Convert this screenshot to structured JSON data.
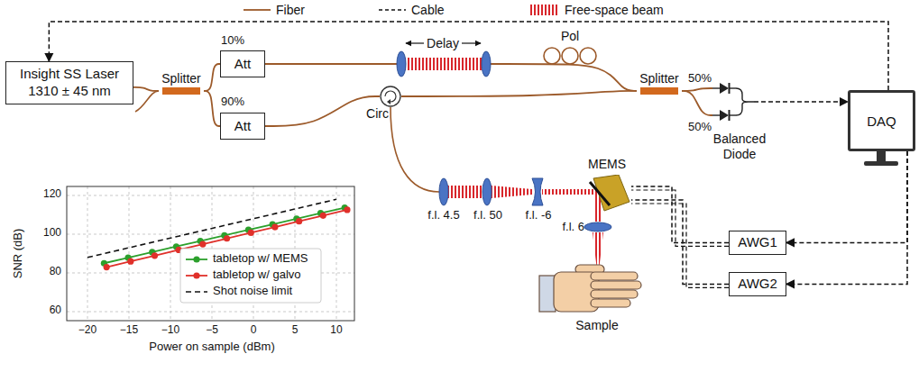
{
  "diagram": {
    "nodes": [
      {
        "text": [
          "Insight SS Laser 1310 ± 45 nm"
        ]
      },
      {
        "text": [
          "Splitter"
        ]
      },
      {
        "text": [
          "Att"
        ]
      },
      {
        "text": [
          "Att"
        ]
      },
      {
        "text": [
          "Circ"
        ]
      },
      {
        "text": [
          "Splitter"
        ]
      },
      {
        "text": [
          "Balanced Diode"
        ]
      },
      {
        "text": [
          "DAQ"
        ]
      },
      {
        "text": [
          "MEMS"
        ]
      },
      {
        "text": [
          "AWG1"
        ]
      },
      {
        "text": [
          "AWG2"
        ]
      }
    ],
    "edges": [
      {
        "from": 0,
        "to": 1,
        "arrow": "none"
      },
      {
        "from": 1,
        "to": 2,
        "arrow": "none",
        "label": "10%"
      },
      {
        "from": 1,
        "to": 3,
        "arrow": "none",
        "label": "90%"
      },
      {
        "from": 2,
        "to": 5,
        "arrow": "none"
      },
      {
        "from": 3,
        "to": 4,
        "arrow": "none"
      },
      {
        "from": 4,
        "to": 5,
        "arrow": "none"
      },
      {
        "from": 5,
        "to": 6,
        "arrow": "none",
        "label": "50%"
      },
      {
        "from": 5,
        "to": 6,
        "arrow": "none",
        "label": "50%"
      },
      {
        "from": 6,
        "to": 7,
        "arrow": "to"
      },
      {
        "from": 7,
        "to": 0,
        "arrow": "to"
      },
      {
        "from": 7,
        "to": 9,
        "arrow": "to"
      },
      {
        "from": 7,
        "to": 10,
        "arrow": "to"
      },
      {
        "from": 9,
        "to": 8,
        "arrow": "none"
      },
      {
        "from": 10,
        "to": 8,
        "arrow": "none"
      }
    ],
    "labels": [
      "Delay",
      "Pol",
      "f.l. 4.5",
      "f.l. 50",
      "f.l. -6",
      "f.l. 6",
      "Sample",
      "120",
      "100",
      "80",
      "60",
      "−20",
      "−15",
      "−10",
      "−5",
      "0",
      "5",
      "10",
      "SNR (dB)",
      "Power on sample (dBm)"
    ],
    "legend": [
      {
        "text": "Fiber"
      },
      {
        "text": "Cable"
      },
      {
        "text": "Free-space beam"
      },
      {
        "text": "tabletop w/ MEMS"
      },
      {
        "text": "tabletop w/ galvo"
      },
      {
        "text": "Shot noise limit"
      }
    ]
  }
}
